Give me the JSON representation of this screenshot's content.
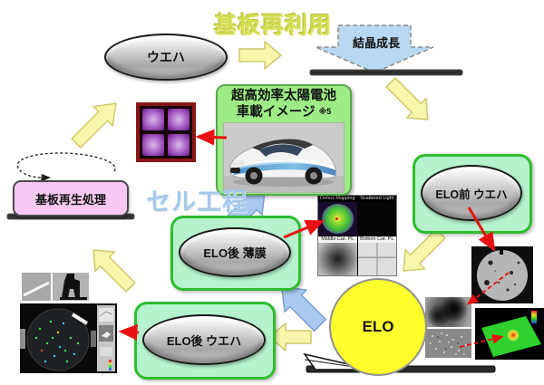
{
  "titles": {
    "substrate_reuse": "基板再利用",
    "cell_process": "セル工程"
  },
  "nodes": {
    "wafer": {
      "label": "ウエハ"
    },
    "crystal_growth": {
      "label": "結晶成長"
    },
    "solar_car": {
      "title_line1": "超高効率太陽電池",
      "title_line2": "車載イメージ",
      "note": "※5"
    },
    "elo_pre_wafer": {
      "label": "ELO前 ウエハ"
    },
    "substrate_regen": {
      "label": "基板再生処理"
    },
    "elo_film": {
      "label": "ELO後 薄膜"
    },
    "elo_post_wafer": {
      "label": "ELO後 ウエハ"
    },
    "elo": {
      "label": "ELO"
    }
  },
  "inspection_panels": {
    "defect_mapping": "Defect Mapping",
    "scattered_light": "Scattered Light",
    "middle_pl": "Middle Cat. PL",
    "bottom_pl": "Bottom Cat. PL"
  },
  "colors": {
    "flow_arrow_yellow": "#f8f6ab",
    "flow_arrow_blue": "#a8c8f0",
    "crystal_arrow_blue": "#b9d9f2",
    "process_box_green_fill": "#b5f2cd",
    "process_box_green_border": "#2ebd2e",
    "car_box_fill": "#9dec85",
    "regen_box_pink": "#f9c9f4",
    "elo_circle_yellow": "#ffff2e",
    "pointer_arrow_red": "#e81010",
    "title_reuse_color": "#d2dc52",
    "title_cell_color": "#a6c8ea"
  }
}
